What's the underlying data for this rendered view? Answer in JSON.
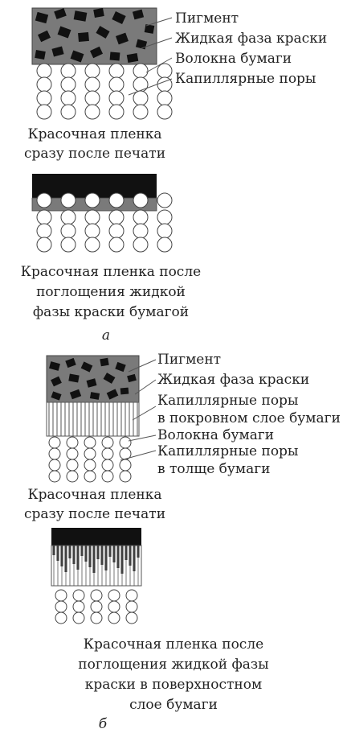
{
  "panel_a": {
    "top_labels": [
      "Пигмент",
      "Жидкая фаза краски",
      "Волокна бумаги",
      "Капиллярные поры"
    ],
    "caption_top": [
      "Красочная пленка",
      "сразу после печати"
    ],
    "caption_bottom": [
      "Красочная пленка после",
      "поглощения жидкой",
      "фазы краски бумагой"
    ],
    "letter": "а"
  },
  "panel_b": {
    "top_labels": [
      "Пигмент",
      "Жидкая фаза краски",
      "Капиллярные поры",
      "в покровном слое бумаги",
      "Волокна бумаги",
      "Капиллярные поры",
      "в толще бумаги"
    ],
    "caption_top": [
      "Красочная пленка",
      "сразу после печати"
    ],
    "caption_bottom": [
      "Красочная пленка после",
      "поглощения жидкой фазы",
      "краски в поверхностном",
      "слое бумаги"
    ],
    "letter": "б"
  },
  "colors": {
    "ink_liquid": "#7a7a7a",
    "pigment": "#111111",
    "outline": "#444444",
    "line": "#555555"
  }
}
